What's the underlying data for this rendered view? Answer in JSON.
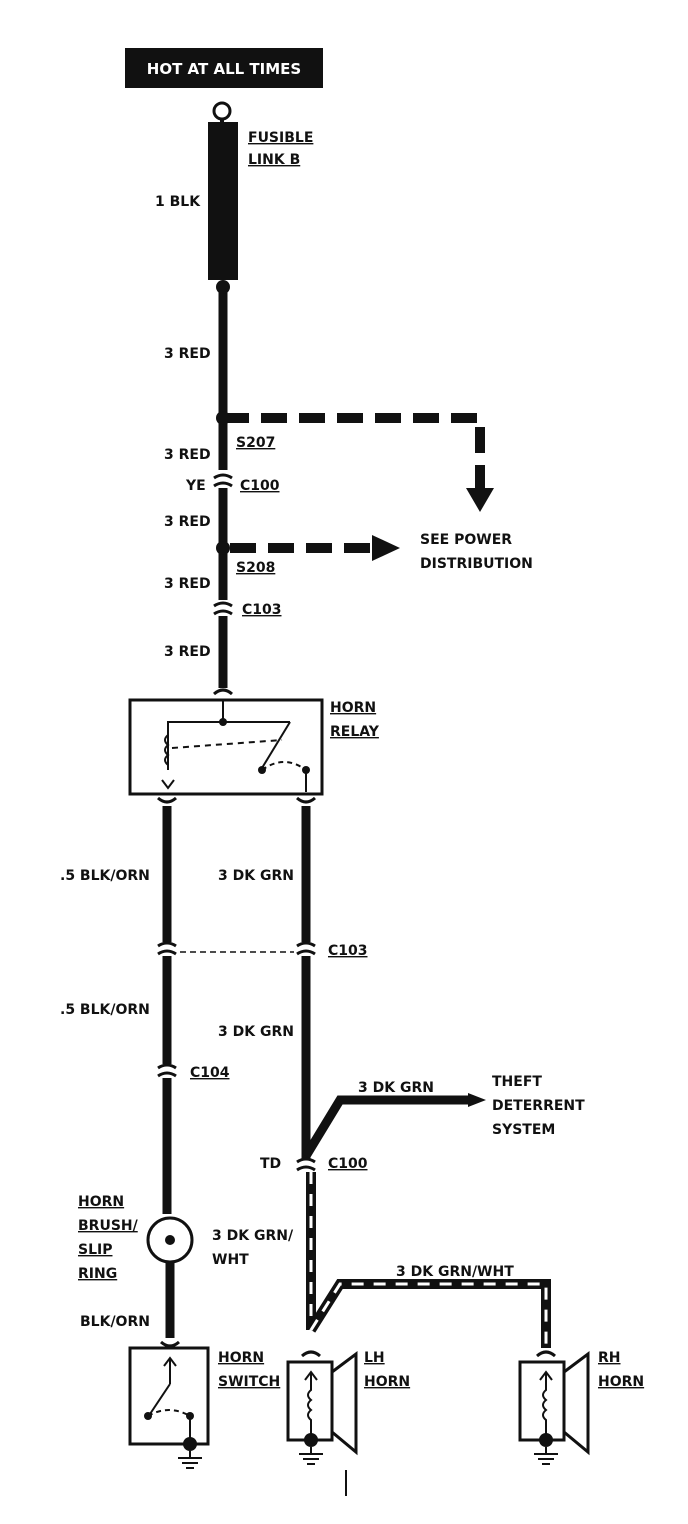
{
  "header": {
    "title": "HOT AT ALL TIMES"
  },
  "components": {
    "fusible_link": "FUSIBLE\nLINK B",
    "horn_relay": "HORN\nRELAY",
    "horn_brush": "HORN\nBRUSH/\nSLIP\nRING",
    "horn_switch": "HORN\nSWITCH",
    "lh_horn": "LH\nHORN",
    "rh_horn": "RH\nHORN",
    "theft_system": "THEFT\nDETERRENT\nSYSTEM",
    "see_power": "SEE POWER\nDISTRIBUTION"
  },
  "wires": {
    "w1": "1 BLK",
    "w2": "3 RED",
    "w3": "3 RED",
    "w4": "3 RED",
    "w5": "3 RED",
    "w6": "3 RED",
    "w7": ".5 BLK/ORN",
    "w8": "3 DK GRN",
    "w9": ".5 BLK/ORN",
    "w10": "3 DK GRN",
    "w11": "3 DK GRN",
    "w12": "3 DK GRN/\nWHT",
    "w13": "3 DK GRN/WHT",
    "w14": "BLK/ORN"
  },
  "connectors": {
    "s207": "S207",
    "c100a": "C100",
    "ye": "YE",
    "s208": "S208",
    "c103a": "C103",
    "c103b": "C103",
    "c104": "C104",
    "c100b": "C100",
    "td": "TD"
  }
}
